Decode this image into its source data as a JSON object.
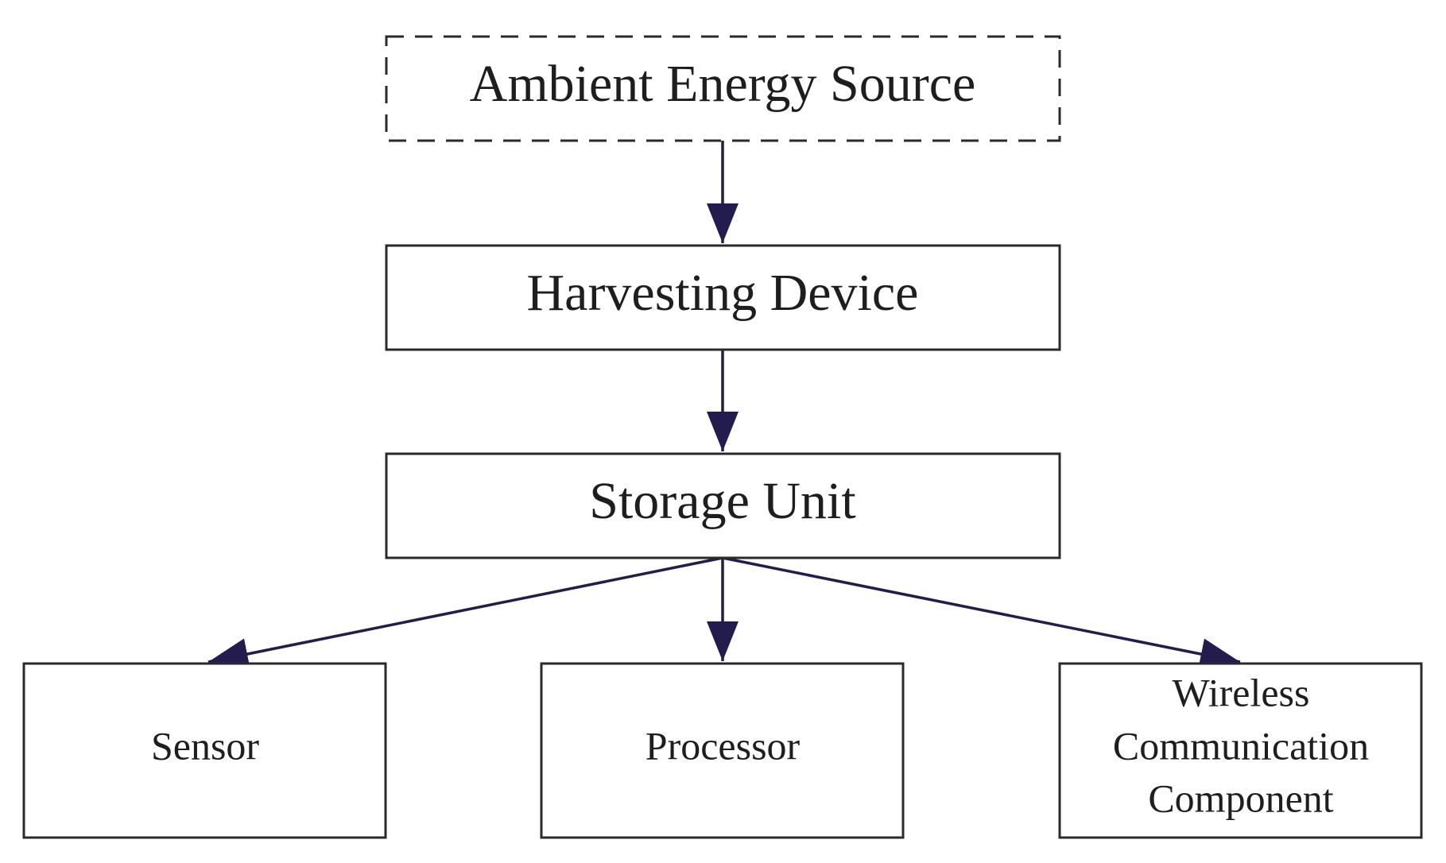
{
  "diagram": {
    "nodes": {
      "ambient": {
        "label": "Ambient Energy Source",
        "style": "dashed"
      },
      "harvesting": {
        "label": "Harvesting Device"
      },
      "storage": {
        "label": "Storage Unit"
      },
      "sensor": {
        "label": "Sensor"
      },
      "processor": {
        "label": "Processor"
      },
      "wireless": {
        "lines": [
          "Wireless",
          "Communication",
          "Component"
        ]
      }
    },
    "edges": [
      {
        "from": "ambient",
        "to": "harvesting"
      },
      {
        "from": "harvesting",
        "to": "storage"
      },
      {
        "from": "storage",
        "to": "sensor"
      },
      {
        "from": "storage",
        "to": "processor"
      },
      {
        "from": "storage",
        "to": "wireless"
      }
    ],
    "colors": {
      "arrow": "#231c4e",
      "box_stroke": "#2a2a2a",
      "text": "#1e1e1e",
      "background": "#ffffff"
    }
  }
}
